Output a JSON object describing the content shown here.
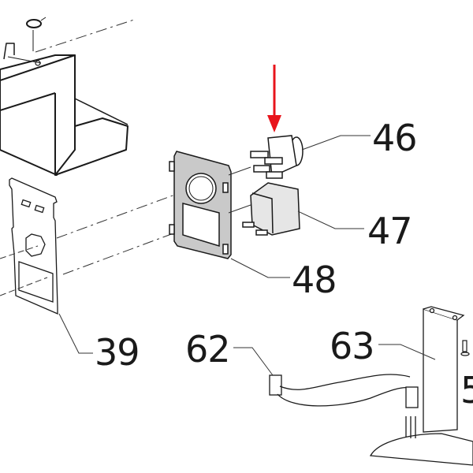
{
  "diagram": {
    "type": "exploded-parts-view",
    "highlight_color": "#e8141b",
    "line_color": "#1a1a1a",
    "part_fill": "#c9c9c9",
    "callouts": [
      {
        "id": "46",
        "label": "46",
        "part": "round-push-button-switch"
      },
      {
        "id": "47",
        "label": "47",
        "part": "rectangular-rocker-switch"
      },
      {
        "id": "48",
        "label": "48",
        "part": "switch-mounting-bezel"
      },
      {
        "id": "39",
        "label": "39",
        "part": "mounting-plate"
      },
      {
        "id": "62",
        "label": "62",
        "part": "wire-harness"
      },
      {
        "id": "63",
        "label": "63",
        "part": "bracket"
      },
      {
        "id": "5x",
        "label": "5",
        "part": "screw"
      }
    ],
    "highlighted_part": "46"
  }
}
